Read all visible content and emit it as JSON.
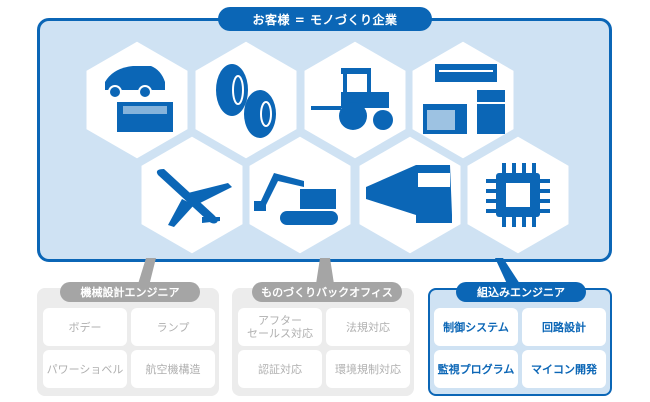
{
  "header": {
    "title": "お客様 = モノづくり企業"
  },
  "industries": [
    {
      "icon": "car-icon"
    },
    {
      "icon": "tire-icon"
    },
    {
      "icon": "tractor-icon"
    },
    {
      "icon": "appliances-icon"
    },
    {
      "icon": "airplane-icon"
    },
    {
      "icon": "excavator-icon"
    },
    {
      "icon": "train-icon"
    },
    {
      "icon": "chip-icon"
    }
  ],
  "groups": [
    {
      "label": "機械設計エンジニア",
      "items": [
        "ボデー",
        "ランプ",
        "パワーショベル",
        "航空機構造"
      ]
    },
    {
      "label": "ものづくりバックオフィス",
      "items": [
        "アフター\nセールス対応",
        "法規対応",
        "認証対応",
        "環境規制対応"
      ]
    },
    {
      "label": "組込みエンジニア",
      "items": [
        "制御システム",
        "回路設計",
        "監視プログラム",
        "マイコン開発"
      ]
    }
  ],
  "colors": {
    "accent": "#0b66b6",
    "light": "#cfe2f3",
    "gray": "#a5a5a5"
  }
}
